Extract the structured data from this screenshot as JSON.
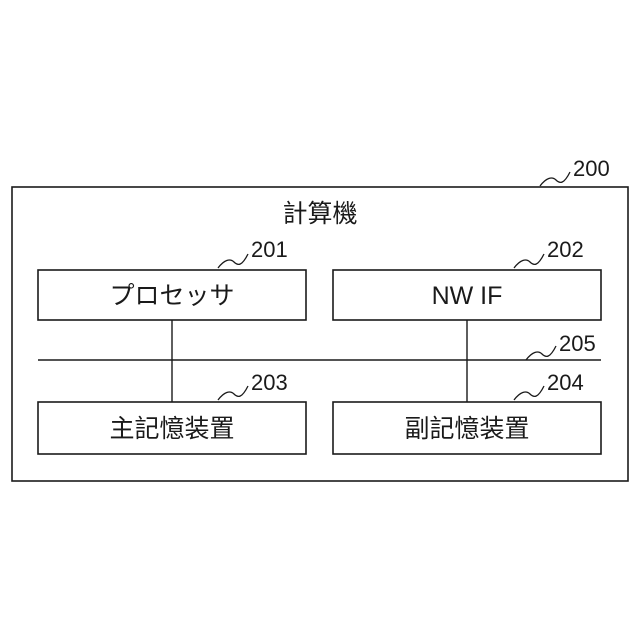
{
  "diagram": {
    "outer": {
      "title": "計算機",
      "ref": "200"
    },
    "processor": {
      "label": "プロセッサ",
      "ref": "201"
    },
    "nw_if": {
      "label": "NW IF",
      "ref": "202"
    },
    "main_memory": {
      "label": "主記憶装置",
      "ref": "203"
    },
    "aux_storage": {
      "label": "副記憶装置",
      "ref": "204"
    },
    "bus": {
      "ref": "205"
    }
  }
}
